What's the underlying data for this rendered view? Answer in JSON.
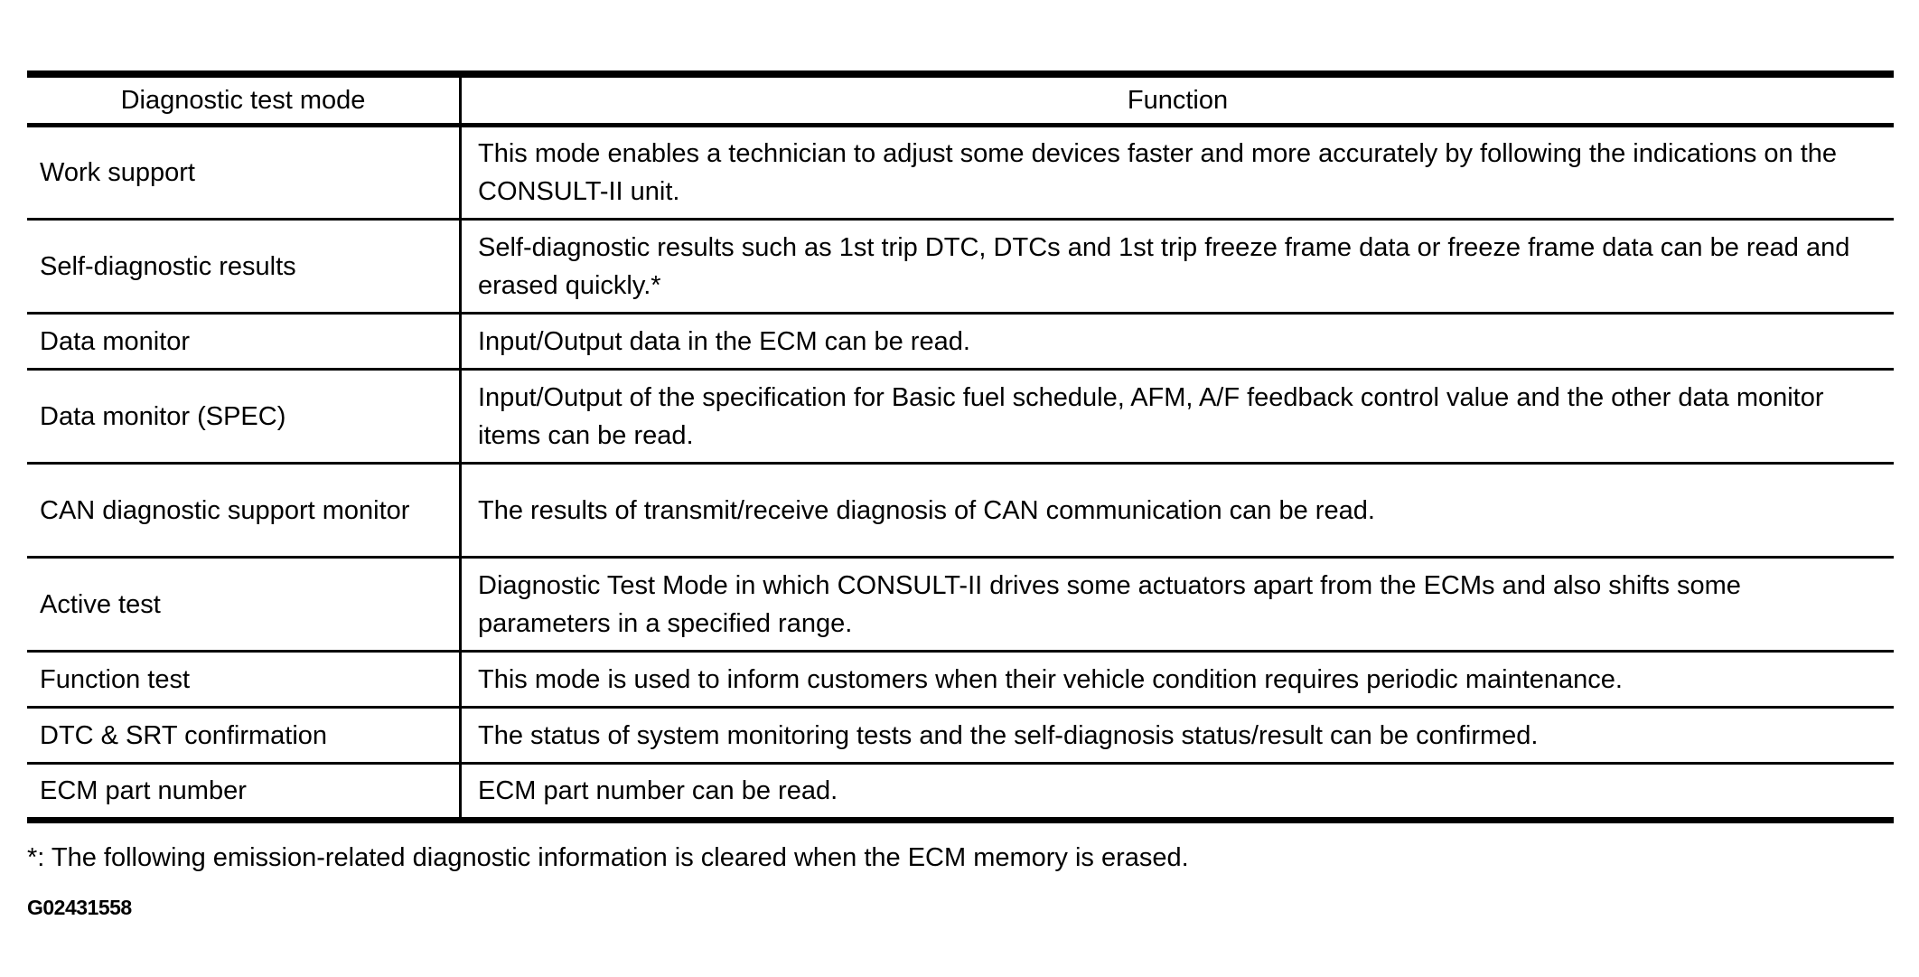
{
  "colors": {
    "text": "#000000",
    "background": "#ffffff",
    "border": "#000000"
  },
  "table": {
    "header": {
      "mode": "Diagnostic test mode",
      "function": "Function"
    },
    "rows": [
      {
        "mode": "Work support",
        "function": "This mode enables a technician to adjust some devices faster and more accurately by following the indications on the CONSULT-II unit."
      },
      {
        "mode": "Self-diagnostic results",
        "function": "Self-diagnostic results such as 1st trip DTC, DTCs and 1st trip freeze frame data or freeze frame data can be read and erased quickly.*"
      },
      {
        "mode": "Data monitor",
        "function": "Input/Output data in the ECM can be read."
      },
      {
        "mode": "Data monitor (SPEC)",
        "function": "Input/Output of the specification for Basic fuel schedule, AFM, A/F feedback control value and the other data monitor items can be read."
      },
      {
        "mode": "CAN diagnostic support monitor",
        "function": "The results of transmit/receive diagnosis of CAN communication can be read."
      },
      {
        "mode": "Active test",
        "function": "Diagnostic Test Mode in which CONSULT-II drives some actuators apart from the ECMs and also shifts some parameters in a specified range."
      },
      {
        "mode": "Function test",
        "function": "This mode is used to inform customers when their vehicle condition requires periodic maintenance."
      },
      {
        "mode": "DTC & SRT confirmation",
        "function": "The status of system monitoring tests and the self-diagnosis status/result can be confirmed."
      },
      {
        "mode": "ECM part number",
        "function": "ECM part number can be read."
      }
    ]
  },
  "footnote": "*: The following emission-related diagnostic information is cleared when the ECM memory is erased.",
  "figure_id": "G02431558"
}
